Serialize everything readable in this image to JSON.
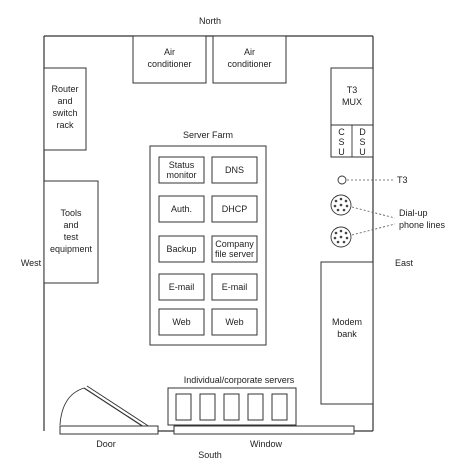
{
  "compass": {
    "north": "North",
    "south": "South",
    "east": "East",
    "west": "West"
  },
  "air_conditioners": [
    {
      "lines": [
        "Air",
        "conditioner"
      ]
    },
    {
      "lines": [
        "Air",
        "conditioner"
      ]
    }
  ],
  "router_rack": {
    "lines": [
      "Router",
      "and",
      "switch",
      "rack"
    ]
  },
  "tools": {
    "lines": [
      "Tools",
      "and",
      "test",
      "equipment"
    ]
  },
  "t3_mux": {
    "lines": [
      "T3",
      "MUX"
    ]
  },
  "csu": {
    "letters": [
      "C",
      "S",
      "U"
    ]
  },
  "dsu": {
    "letters": [
      "D",
      "S",
      "U"
    ]
  },
  "t3_label": "T3",
  "dialup_label": {
    "lines": [
      "Dial-up",
      "phone lines"
    ]
  },
  "server_farm": {
    "title": "Server Farm",
    "servers": [
      {
        "lines": [
          "Status",
          "monitor"
        ]
      },
      {
        "lines": [
          "DNS"
        ]
      },
      {
        "lines": [
          "Auth."
        ]
      },
      {
        "lines": [
          "DHCP"
        ]
      },
      {
        "lines": [
          "Backup"
        ]
      },
      {
        "lines": [
          "Company",
          "file server"
        ]
      },
      {
        "lines": [
          "E-mail"
        ]
      },
      {
        "lines": [
          "E-mail"
        ]
      },
      {
        "lines": [
          "Web"
        ]
      },
      {
        "lines": [
          "Web"
        ]
      }
    ]
  },
  "modem_bank": {
    "lines": [
      "Modem",
      "bank"
    ]
  },
  "individual_servers": {
    "label": "Individual/corporate servers",
    "count": 5
  },
  "door_label": "Door",
  "window_label": "Window"
}
